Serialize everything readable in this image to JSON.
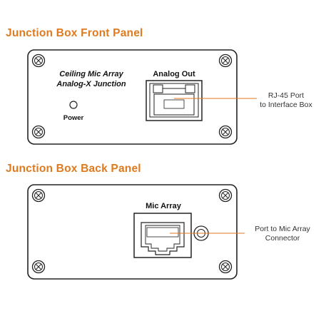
{
  "front": {
    "heading": "Junction Box Front Panel",
    "device_line1": "Ceiling Mic Array",
    "device_line2": "Analog-X Junction",
    "power_label": "Power",
    "port_label": "Analog Out",
    "callout_line1": "RJ-45 Port",
    "callout_line2": "to Interface Box"
  },
  "back": {
    "heading": "Junction Box Back Panel",
    "port_label": "Mic Array",
    "callout_line1": "Port to Mic Array",
    "callout_line2": "Connector"
  },
  "colors": {
    "heading": "#e07a1f",
    "panel_stroke": "#222222",
    "callout_line": "#e07a1f"
  }
}
